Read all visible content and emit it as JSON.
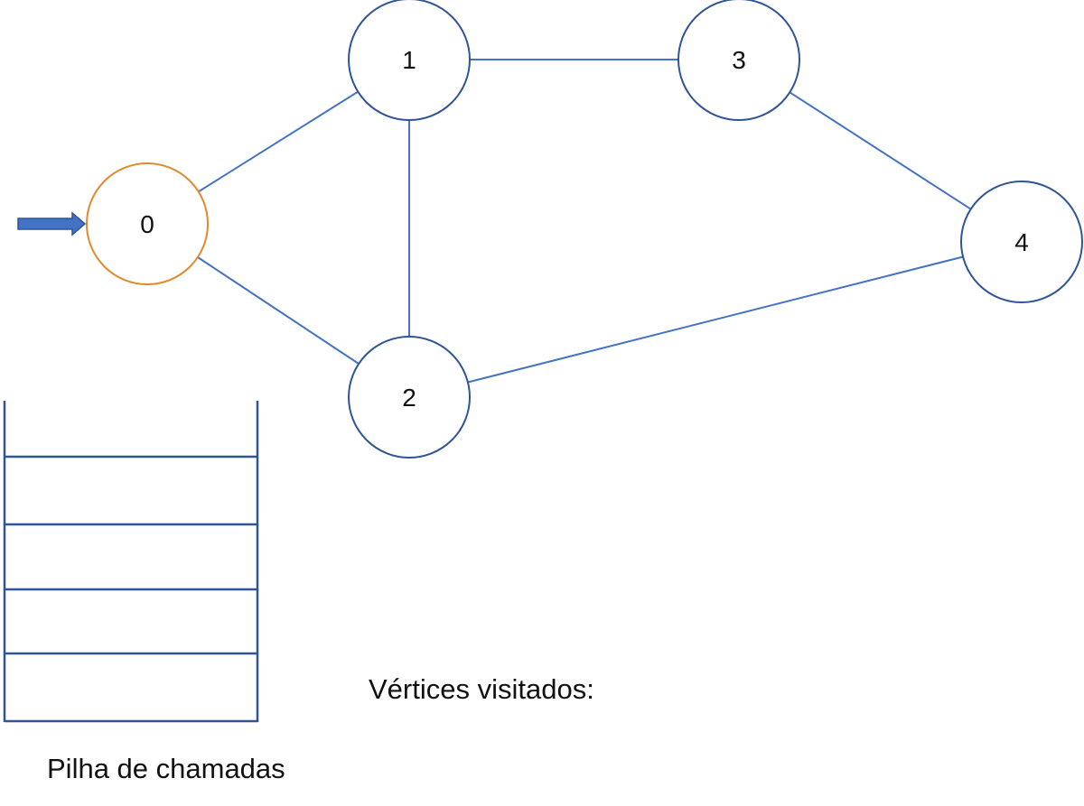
{
  "diagram": {
    "colors": {
      "line": "#4472C4",
      "node_stroke": "#2F5597",
      "current_node_stroke": "#E08A2E",
      "arrow_fill": "#4472C4",
      "arrow_stroke": "#2F5597",
      "stack_line": "#2F5597",
      "text": "#111111"
    },
    "nodes": [
      {
        "id": "0",
        "label": "0",
        "current": true
      },
      {
        "id": "1",
        "label": "1",
        "current": false
      },
      {
        "id": "2",
        "label": "2",
        "current": false
      },
      {
        "id": "3",
        "label": "3",
        "current": false
      },
      {
        "id": "4",
        "label": "4",
        "current": false
      }
    ],
    "edges": [
      {
        "from": "0",
        "to": "1"
      },
      {
        "from": "0",
        "to": "2"
      },
      {
        "from": "1",
        "to": "2"
      },
      {
        "from": "1",
        "to": "3"
      },
      {
        "from": "3",
        "to": "4"
      },
      {
        "from": "2",
        "to": "4"
      }
    ],
    "start_pointer": {
      "target": "0",
      "icon": "right-arrow-icon"
    },
    "stack": {
      "caption": "Pilha de chamadas",
      "slot_count": 4,
      "slots": []
    },
    "visited": {
      "label": "Vértices visitados:",
      "items": []
    }
  }
}
